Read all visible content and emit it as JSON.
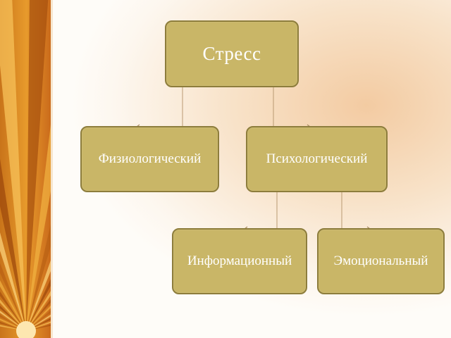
{
  "diagram": {
    "root": {
      "label": "Стресс"
    },
    "children": [
      {
        "label": "Физиологический",
        "children": []
      },
      {
        "label": "Психологический",
        "children": [
          {
            "label": "Информационный"
          },
          {
            "label": "Эмоциональный"
          }
        ]
      }
    ]
  },
  "colors": {
    "node_fill": "#c9b667",
    "node_border": "#8d7d3c",
    "node_text": "#ffffff",
    "connector": "#b99a72",
    "background": "#f8e2c8"
  }
}
